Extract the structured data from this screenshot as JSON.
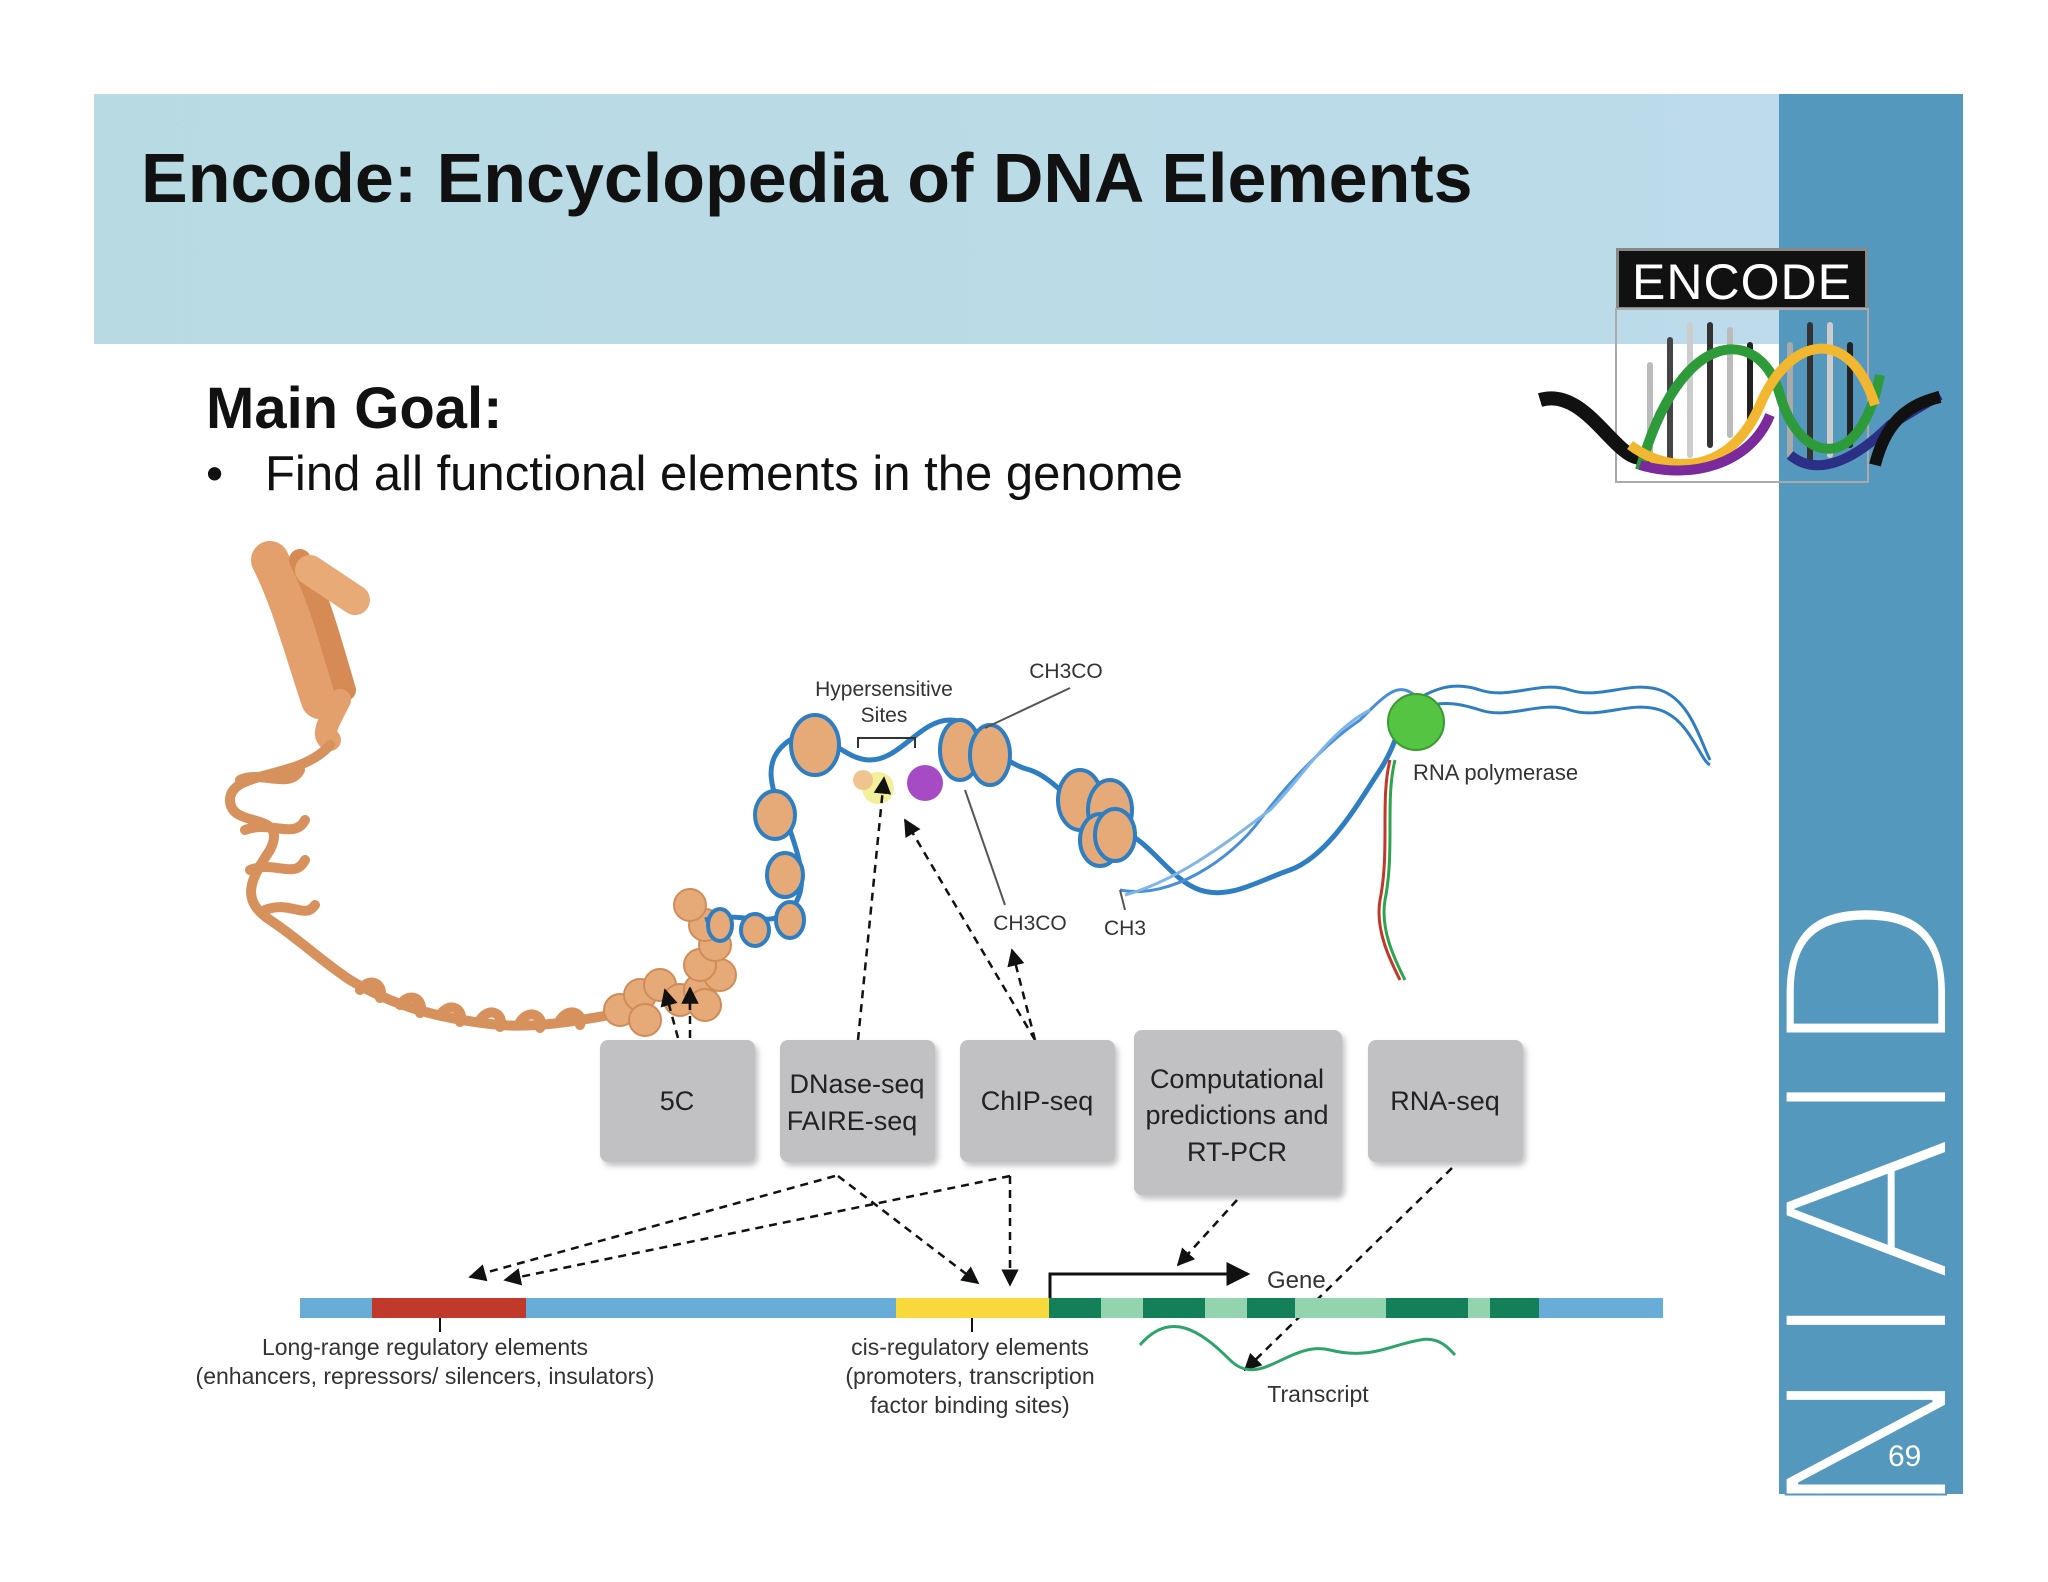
{
  "slide": {
    "title": "Encode: Encyclopedia of DNA Elements",
    "main_goal": "Main Goal:",
    "bullet": "Find all functional elements in the genome",
    "bullet_marker": "•",
    "page_number": "69",
    "side_brand": "NIAID",
    "logo_text": "ENCODE"
  },
  "diagram": {
    "top_labels": {
      "hypersensitive_line1": "Hypersensitive",
      "hypersensitive_line2": "Sites",
      "acetyl_top": "CH3CO",
      "acetyl_mid": "CH3CO",
      "methyl": "CH3",
      "rna_polymerase": "RNA polymerase"
    },
    "methods": {
      "m5c": "5C",
      "dnase_line1": "DNase-seq",
      "dnase_line2": "FAIRE-seq",
      "chip": "ChIP-seq",
      "comp_line1": "Computational",
      "comp_line2": "predictions and",
      "comp_line3": "RT-PCR",
      "rnaseq": "RNA-seq"
    },
    "bottom_labels": {
      "long_range_line1": "Long-range regulatory elements",
      "long_range_line2": "(enhancers, repressors/ silencers, insulators)",
      "cis_line1": "cis-regulatory elements",
      "cis_line2": "(promoters, transcription",
      "cis_line3": "factor binding sites)",
      "gene": "Gene",
      "transcript": "Transcript"
    },
    "colors": {
      "dna_blue": "#67add7",
      "enhancer_red": "#c0392b",
      "promoter_yellow": "#f7d93b",
      "exon_dark_green": "#13805a",
      "intron_light_green": "#93d3ae",
      "method_box": "#c1c1c3",
      "chromatin_orange": "#e3a06c"
    }
  }
}
